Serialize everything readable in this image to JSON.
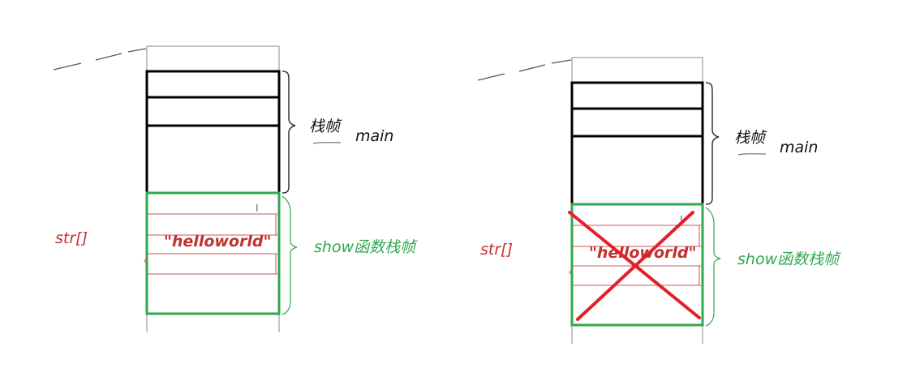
{
  "left_diagram": {
    "frame_label": "栈帧",
    "main_label": "main",
    "array_label": "str[]",
    "string_label": "\"helloworld\"",
    "show_label": "show函数栈帧"
  },
  "right_diagram": {
    "frame_label": "栈帧",
    "main_label": "main",
    "array_label": "str[]",
    "string_label": "\"helloworld\"",
    "show_label": "show函数栈帧"
  },
  "colors": {
    "main_frame": "#000000",
    "show_frame": "#2fa84f",
    "label_red": "#c0312f",
    "cross": "#e3202a"
  }
}
